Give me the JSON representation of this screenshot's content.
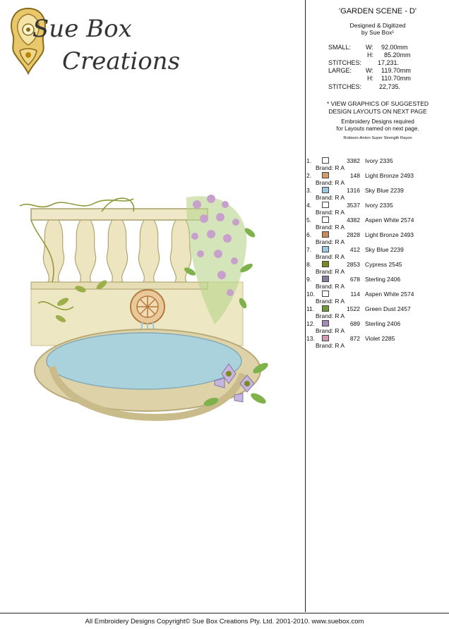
{
  "logo": {
    "line1": "Sue Box",
    "line2": "Creations"
  },
  "design": {
    "title": "'GARDEN SCENE - D'",
    "designed_line1": "Designed & Digitized",
    "designed_line2": "by Sue Box¹"
  },
  "specs": {
    "small_label": "SMALL:",
    "w_label": "W:",
    "h_label": "H:",
    "small_w": "92.00mm",
    "small_h": "85.20mm",
    "stitches_label": "STITCHES:",
    "small_stitches": "17,231.",
    "large_label": "LARGE:",
    "large_w": "119.70mm",
    "large_h": "110.70mm",
    "large_stitches": "22,735."
  },
  "notice": {
    "line1": "* VIEW GRAPHICS OF SUGGESTED",
    "line2": "DESIGN LAYOUTS ON NEXT PAGE",
    "line3": "Embroidery Designs required",
    "line4": "for Layouts named on next page.",
    "thread": "Robison-Anton Super Strength Rayon"
  },
  "colors": [
    {
      "num": "1.",
      "code": "3382",
      "name": "Ivory 2335",
      "brand": "Brand: R A",
      "hex": "#ffffff"
    },
    {
      "num": "2.",
      "code": "148",
      "name": "Light Bronze 2493",
      "brand": "Brand: R A",
      "hex": "#d49a6a"
    },
    {
      "num": "3.",
      "code": "1316",
      "name": "Sky Blue 2239",
      "brand": "Brand: R A",
      "hex": "#9cc8de"
    },
    {
      "num": "4.",
      "code": "3537",
      "name": "Ivory 2335",
      "brand": "Brand: R A",
      "hex": "#ffffff"
    },
    {
      "num": "5.",
      "code": "4382",
      "name": "Aspen White 2574",
      "brand": "Brand: R A",
      "hex": "#ffffff"
    },
    {
      "num": "6.",
      "code": "2828",
      "name": "Light Bronze 2493",
      "brand": "Brand: R A",
      "hex": "#c98a5a"
    },
    {
      "num": "7.",
      "code": "412",
      "name": "Sky Blue 2239",
      "brand": "Brand: R A",
      "hex": "#9fc6e0"
    },
    {
      "num": "8.",
      "code": "2853",
      "name": "Cypress 2545",
      "brand": "Brand: R A",
      "hex": "#7a8a20"
    },
    {
      "num": "9.",
      "code": "678",
      "name": "Sterling 2406",
      "brand": "Brand: R A",
      "hex": "#8a7c9a"
    },
    {
      "num": "10.",
      "code": "114",
      "name": "Aspen White 2574",
      "brand": "Brand: R A",
      "hex": "#ffffff"
    },
    {
      "num": "11.",
      "code": "1522",
      "name": "Green Dust 2457",
      "brand": "Brand: R A",
      "hex": "#6f9a3a"
    },
    {
      "num": "12.",
      "code": "689",
      "name": "Sterling 2406",
      "brand": "Brand: R A",
      "hex": "#a48ab8"
    },
    {
      "num": "13.",
      "code": "872",
      "name": "Violet 2285",
      "brand": "Brand: R A",
      "hex": "#d39ab8"
    }
  ],
  "footer": "All Embroidery Designs Copyright© Sue Box Creations Pty. Ltd. 2001-2010. www.suebox.com"
}
